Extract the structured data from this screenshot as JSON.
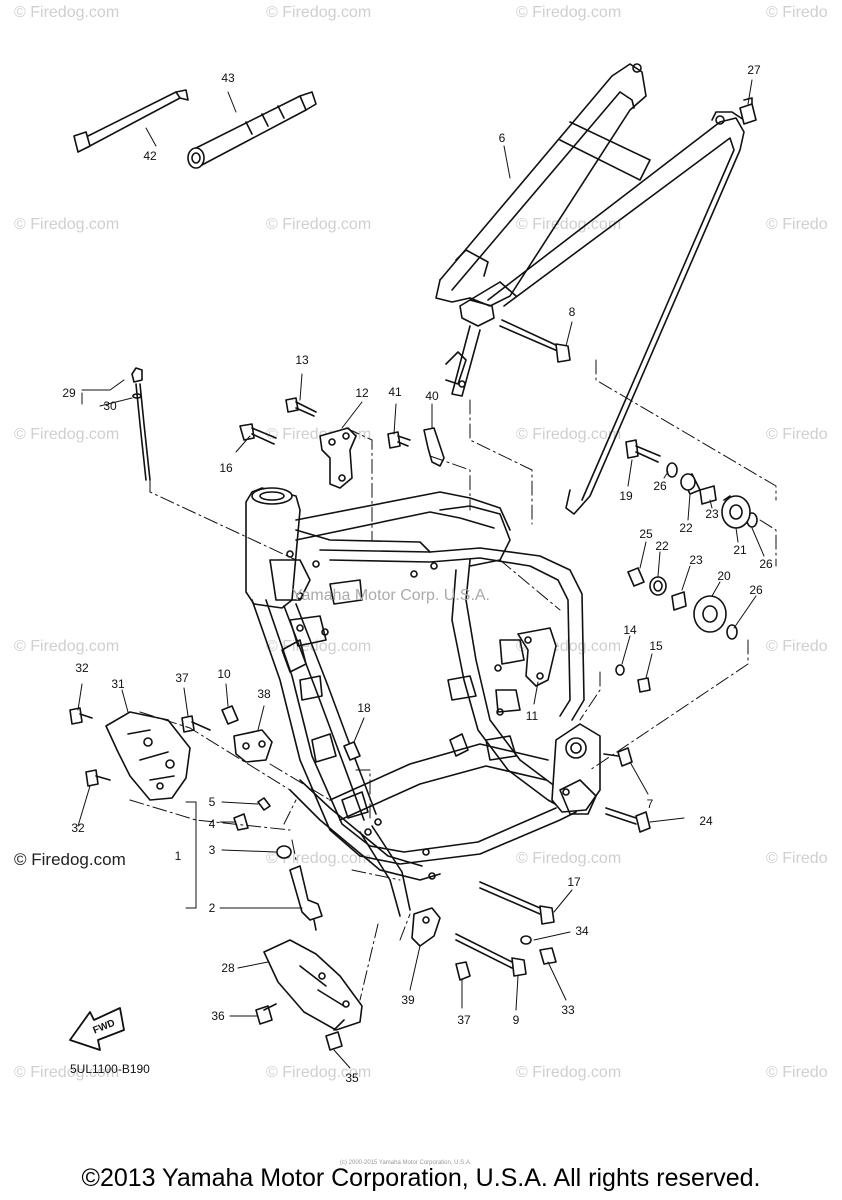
{
  "watermark_text": "© Firedog.com",
  "watermark_short": "© Firedo",
  "strong_watermark": "© Firedog.com",
  "inline_watermark": "Yamaha Motor Corp. U.S.A.",
  "diagram_code": "5UL1100-B190",
  "fwd_label": "FWD",
  "footer": "©2013 Yamaha Motor Corporation, U.S.A. All rights reserved.",
  "fine_print": "(c) 2000-2015 Yamaha Motor Corporation, U.S.A.",
  "callouts": {
    "c1": "1",
    "c2": "2",
    "c3": "3",
    "c4": "4",
    "c5": "5",
    "c6": "6",
    "c7": "7",
    "c8": "8",
    "c9": "9",
    "c10": "10",
    "c11": "11",
    "c12": "12",
    "c13": "13",
    "c14": "14",
    "c15": "15",
    "c16": "16",
    "c17": "17",
    "c18": "18",
    "c19": "19",
    "c20": "20",
    "c21": "21",
    "c22a": "22",
    "c22b": "22",
    "c23a": "23",
    "c23b": "23",
    "c24": "24",
    "c25": "25",
    "c26a": "26",
    "c26b": "26",
    "c26c": "26",
    "c27": "27",
    "c28": "28",
    "c29": "29",
    "c30": "30",
    "c31": "31",
    "c32a": "32",
    "c32b": "32",
    "c33": "33",
    "c34": "34",
    "c35": "35",
    "c36": "36",
    "c37a": "37",
    "c37b": "37",
    "c38": "38",
    "c39": "39",
    "c40": "40",
    "c41": "41",
    "c42": "42",
    "c43": "43"
  }
}
